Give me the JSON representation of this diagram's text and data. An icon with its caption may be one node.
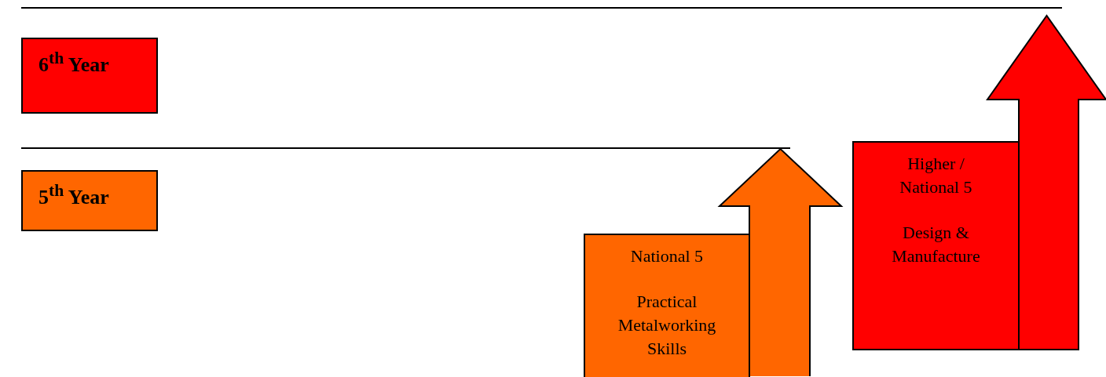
{
  "diagram": {
    "nodes": [
      {
        "text": [
          "6$^{th}$ Year"
        ]
      },
      {
        "text": [
          "5$^{th}$ Year"
        ]
      },
      {
        "text": [
          "National 5",
          "Practical Metalworking Skills"
        ]
      },
      {
        "text": [
          "Higher / National 5",
          "Design & Manufacture"
        ]
      }
    ],
    "edges": [
      {
        "from": 2,
        "to": null,
        "arrow": "to"
      },
      {
        "from": 3,
        "to": null,
        "arrow": "to"
      }
    ]
  }
}
